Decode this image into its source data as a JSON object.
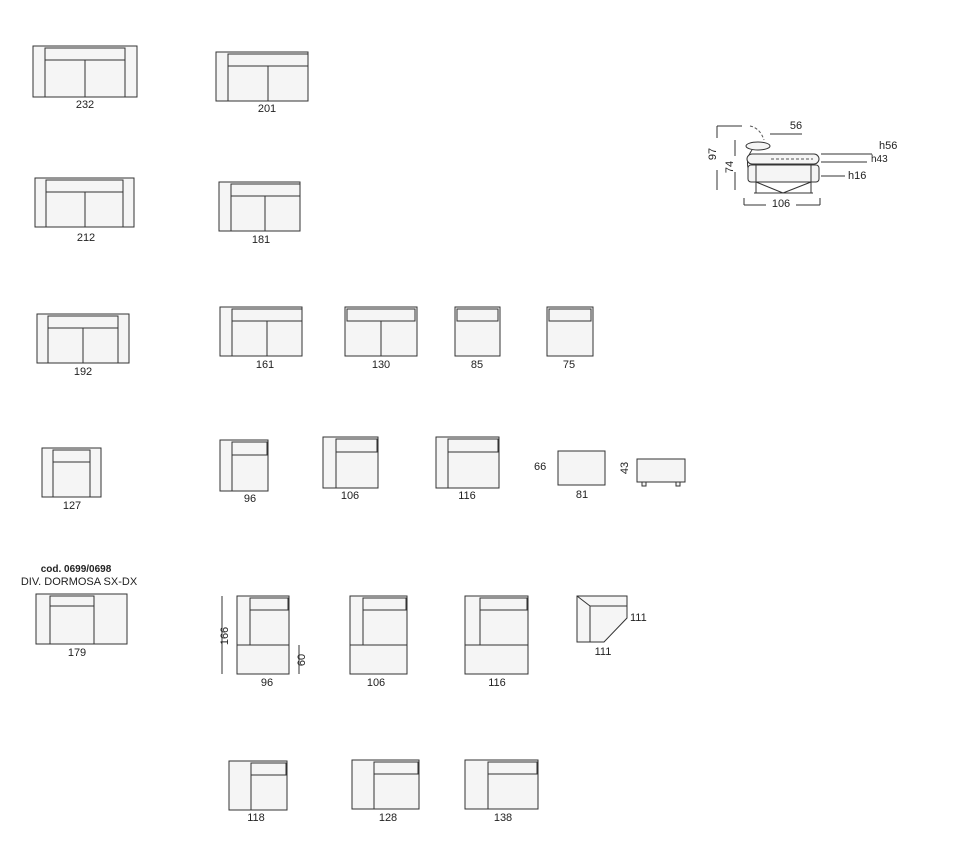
{
  "sofa_widths": {
    "w232": "232",
    "w201": "201",
    "w212": "212",
    "w181": "181",
    "w192": "192",
    "w161": "161",
    "w130": "130",
    "w85": "85",
    "w75": "75",
    "w127": "127",
    "w96": "96",
    "w106": "106",
    "w116": "116"
  },
  "pouf": {
    "depth": "66",
    "width": "81",
    "height": "43"
  },
  "sofa_bed": {
    "code": "cod. 0699/0698",
    "name": "DIV. DORMOSA SX-DX",
    "width": "179"
  },
  "chaise": {
    "depth": "166",
    "seat_depth": "60",
    "w96": "96",
    "w106": "106",
    "w116": "116"
  },
  "corner": {
    "side_a": "111",
    "side_b": "111"
  },
  "bottom_row": {
    "w118": "118",
    "w128": "128",
    "w138": "138"
  },
  "side_view": {
    "depth": "56",
    "h56": "h56",
    "h43": "h43",
    "h16": "h16",
    "h97": "97",
    "h74": "74",
    "total_depth": "106"
  },
  "colors": {
    "stroke": "#333333",
    "fill": "#f5f5f5",
    "dash": "#555555"
  }
}
